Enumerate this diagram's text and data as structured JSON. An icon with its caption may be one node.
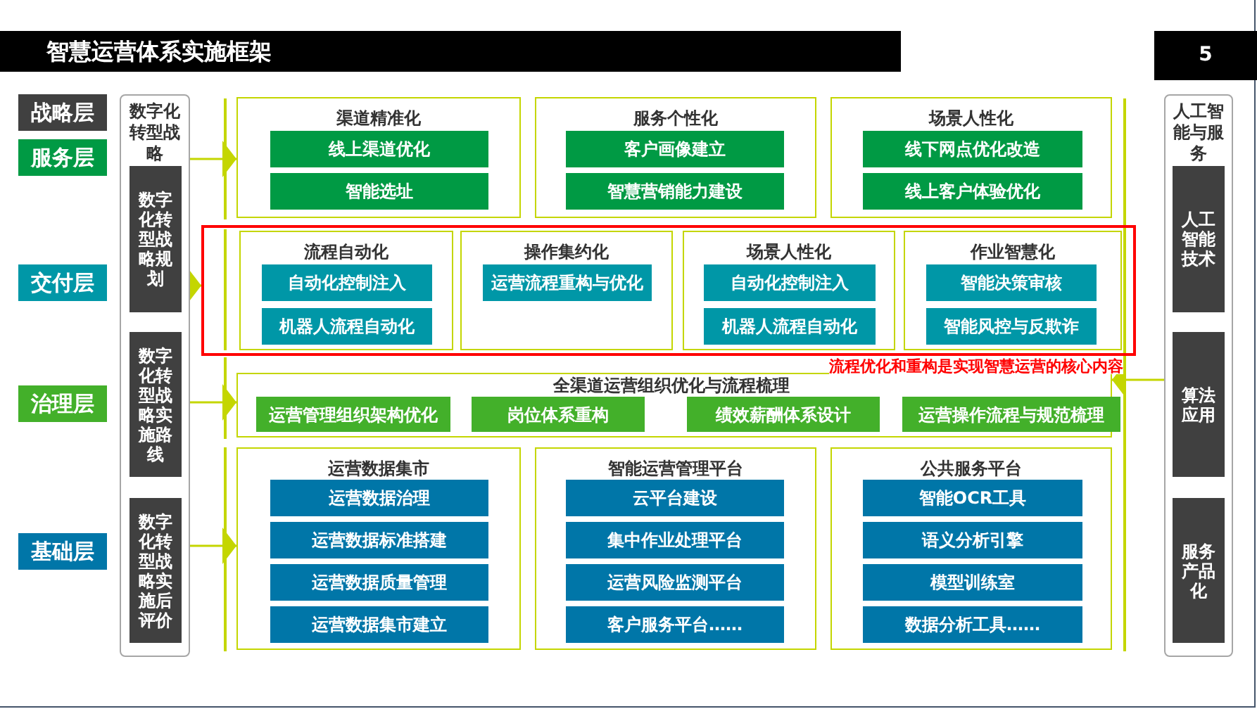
{
  "diagram": {
    "title": "智慧运营体系实施框架",
    "nodes": [
      {
        "text": [
          "战略层"
        ]
      },
      {
        "text": [
          "服务层"
        ]
      },
      {
        "text": [
          "交付层"
        ]
      },
      {
        "text": [
          "治理层"
        ]
      },
      {
        "text": [
          "基础层"
        ]
      },
      {
        "text": [
          "数字化转型战略"
        ]
      },
      {
        "text": [
          "数字化转型战略规划"
        ],
        "in": 5
      },
      {
        "text": [
          "数字化转型战略实施路线"
        ],
        "in": 5
      },
      {
        "text": [
          "数字化转型战略实施后评价"
        ],
        "in": 5
      },
      {
        "text": [
          "渠道精准化"
        ]
      },
      {
        "text": [
          "线上渠道优化"
        ],
        "in": 9
      },
      {
        "text": [
          "智能选址"
        ],
        "in": 9
      },
      {
        "text": [
          "服务个性化"
        ]
      },
      {
        "text": [
          "客户画像建立"
        ],
        "in": 12
      },
      {
        "text": [
          "智慧营销能力建设"
        ],
        "in": 12
      },
      {
        "text": [
          "场景人性化"
        ]
      },
      {
        "text": [
          "线下网点优化改造"
        ],
        "in": 15
      },
      {
        "text": [
          "线上客户体验优化"
        ],
        "in": 15
      },
      {
        "text": [],
        "shape": "box",
        "beside": [
          "流程优化和重构是实现智慧运营的核心内容"
        ]
      },
      {
        "text": [
          "流程自动化"
        ],
        "in": 18
      },
      {
        "text": [
          "自动化控制注入"
        ],
        "in": 19
      },
      {
        "text": [
          "机器人流程自动化"
        ],
        "in": 19
      },
      {
        "text": [
          "操作集约化"
        ],
        "in": 18
      },
      {
        "text": [
          "运营流程重构与优化"
        ],
        "in": 22
      },
      {
        "text": [
          "场景人性化"
        ],
        "in": 18
      },
      {
        "text": [
          "自动化控制注入"
        ],
        "in": 24
      },
      {
        "text": [
          "机器人流程自动化"
        ],
        "in": 24
      },
      {
        "text": [
          "作业智慧化"
        ],
        "in": 18
      },
      {
        "text": [
          "智能决策审核"
        ],
        "in": 27
      },
      {
        "text": [
          "智能风控与反欺诈"
        ],
        "in": 27
      },
      {
        "text": [
          "全渠道运营组织优化与流程梳理"
        ]
      },
      {
        "text": [
          "运营管理组织架构优化"
        ],
        "in": 30
      },
      {
        "text": [
          "岗位体系重构"
        ],
        "in": 30
      },
      {
        "text": [
          "绩效薪酬体系设计"
        ],
        "in": 30
      },
      {
        "text": [
          "运营操作流程与规范梳理"
        ],
        "in": 30
      },
      {
        "text": [
          "运营数据集市"
        ]
      },
      {
        "text": [
          "运营数据治理"
        ],
        "in": 35
      },
      {
        "text": [
          "运营数据标准搭建"
        ],
        "in": 35
      },
      {
        "text": [
          "运营数据质量管理"
        ],
        "in": 35
      },
      {
        "text": [
          "运营数据集市建立"
        ],
        "in": 35
      },
      {
        "text": [
          "智能运营管理平台"
        ]
      },
      {
        "text": [
          "云平台建设"
        ],
        "in": 40
      },
      {
        "text": [
          "集中作业处理平台"
        ],
        "in": 40
      },
      {
        "text": [
          "运营风险监测平台"
        ],
        "in": 40
      },
      {
        "text": [
          "客户服务平台……"
        ],
        "in": 40
      },
      {
        "text": [
          "公共服务平台"
        ]
      },
      {
        "text": [
          "智能OCR工具"
        ],
        "in": 45
      },
      {
        "text": [
          "语义分析引擎"
        ],
        "in": 45
      },
      {
        "text": [
          "模型训练室"
        ],
        "in": 45
      },
      {
        "text": [
          "数据分析工具……"
        ],
        "in": 45
      },
      {
        "text": [
          "人工智能与服务"
        ]
      },
      {
        "text": [
          "人工智能技术"
        ],
        "in": 50
      },
      {
        "text": [
          "算法应用"
        ],
        "in": 50
      },
      {
        "text": [
          "服务产品化"
        ],
        "in": 50
      }
    ],
    "edges": [
      {
        "from": 5,
        "to": 9,
        "arrow": "to"
      },
      {
        "from": 5,
        "to": 18,
        "arrow": "to"
      },
      {
        "from": 5,
        "to": 30,
        "arrow": "to"
      },
      {
        "from": 5,
        "to": 35,
        "arrow": "to"
      },
      {
        "from": 50,
        "to": 30,
        "arrow": "to"
      }
    ],
    "labels": [
      "5"
    ]
  }
}
